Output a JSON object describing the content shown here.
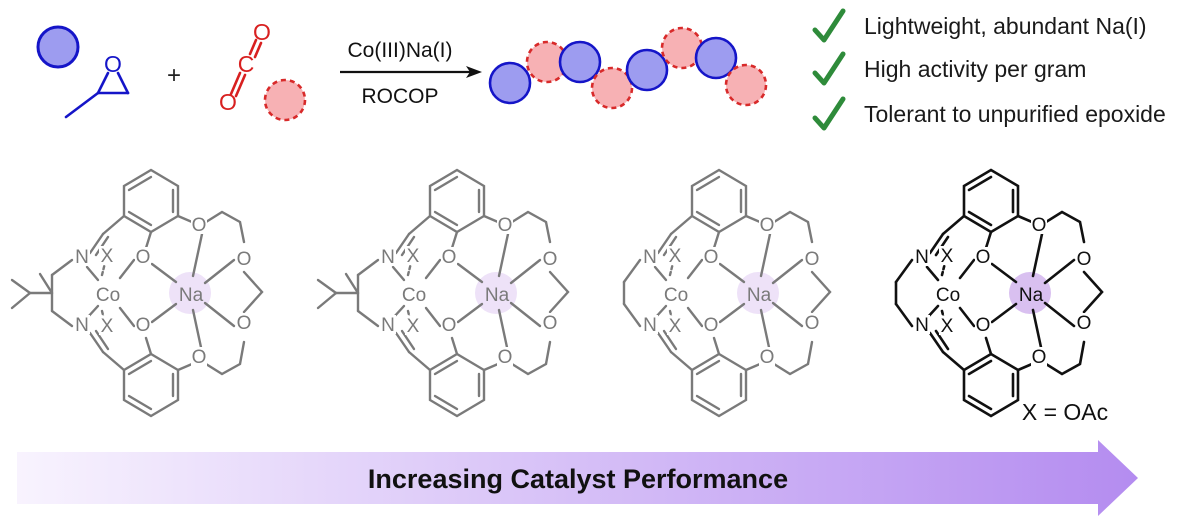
{
  "reaction": {
    "plus": "+",
    "catalyst_label": "Co(III)Na(I)",
    "method_label": "ROCOP",
    "co2_atoms": [
      "O",
      "C",
      "O"
    ],
    "epoxide_atom": "O"
  },
  "benefits": [
    {
      "text": "Lightweight, abundant Na(I)"
    },
    {
      "text": "High activity per gram"
    },
    {
      "text": "Tolerant to unpurified epoxide"
    }
  ],
  "complex_labels": {
    "x": "X",
    "co": "Co",
    "na": "Na",
    "n": "N",
    "o": "O"
  },
  "x_definition": "X = OAc",
  "performance_arrow": {
    "label": "Increasing Catalyst Performance"
  },
  "colors": {
    "epoxide_circle_fill": "#9d9cf0",
    "epoxide_circle_stroke": "#1515c8",
    "co2_circle_fill": "#f7b1b4",
    "co2_circle_stroke": "#d82a2a",
    "co2_red": "#d82020",
    "check_green": "#2e8b3a",
    "na_halo": "#d9c0f0",
    "gray_structure": "#7a7a7a",
    "black_structure": "#111111",
    "arrow_light": "#f5eefd",
    "arrow_dark": "#b48cf0"
  }
}
